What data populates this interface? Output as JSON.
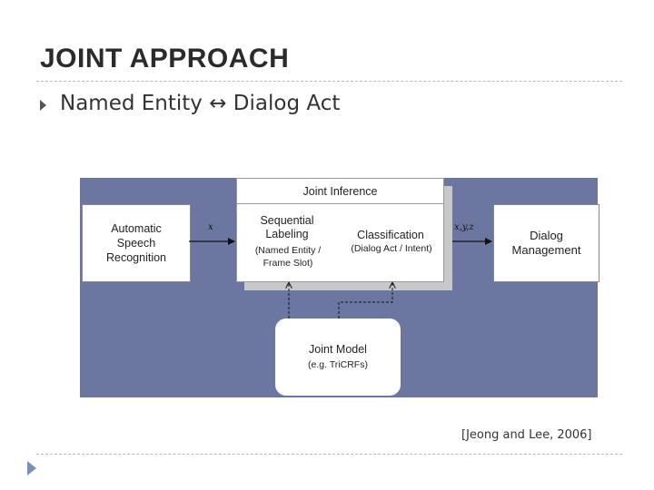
{
  "slide": {
    "title": "JOINT APPROACH",
    "bullet": "Named Entity ↔ Dialog Act",
    "citation": "[Jeong and Lee, 2006]"
  },
  "diagram": {
    "asr": "Automatic\nSpeech\nRecognition",
    "inference_title": "Joint Inference",
    "sequential": "Sequential\nLabeling",
    "sequential_sub": "(Named Entity /\nFrame Slot)",
    "classification": "Classification",
    "classification_sub": "(Dialog Act / Intent)",
    "dialog": "Dialog\nManagement",
    "model": "Joint Model",
    "model_sub": "(e.g. TriCRFs)",
    "label_x": "x",
    "label_xyz": "x,y,z"
  },
  "colors": {
    "panel": "#6b77a1",
    "accent_bullet": "#7a8fb8"
  }
}
